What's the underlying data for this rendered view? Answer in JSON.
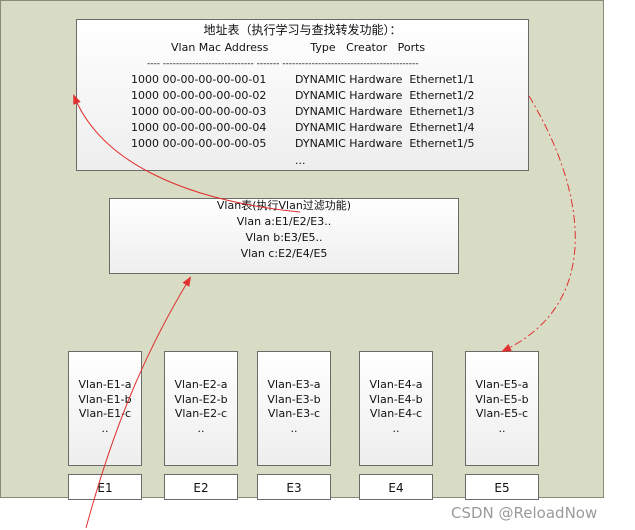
{
  "address_table": {
    "title": "地址表（执行学习与查找转发功能）：",
    "header": "Vlan Mac Address            Type   Creator   Ports",
    "separator": "---- ---------------------------- ------- ------------------------------------------",
    "rows": [
      {
        "mac": "1000 00-00-00-00-00-01",
        "info": "DYNAMIC Hardware  Ethernet1/1"
      },
      {
        "mac": "1000 00-00-00-00-00-02",
        "info": "DYNAMIC Hardware  Ethernet1/2"
      },
      {
        "mac": "1000 00-00-00-00-00-03",
        "info": "DYNAMIC Hardware  Ethernet1/3"
      },
      {
        "mac": "1000 00-00-00-00-00-04",
        "info": "DYNAMIC Hardware  Ethernet1/4"
      },
      {
        "mac": "1000 00-00-00-00-00-05",
        "info": "DYNAMIC Hardware  Ethernet1/5"
      }
    ],
    "more": "..."
  },
  "vlan_table": {
    "title": "Vlan表(执行Vlan过滤功能)",
    "lines": [
      "Vlan a:E1/E2/E3..",
      "Vlan b:E3/E5..",
      "Vlan c:E2/E4/E5"
    ]
  },
  "ports": [
    {
      "label": "E1",
      "lines": [
        "Vlan-E1-a",
        "Vlan-E1-b",
        "Vlan-E1-c",
        ".."
      ]
    },
    {
      "label": "E2",
      "lines": [
        "Vlan-E2-a",
        "Vlan-E2-b",
        "Vlan-E2-c",
        ".."
      ]
    },
    {
      "label": "E3",
      "lines": [
        "Vlan-E3-a",
        "Vlan-E3-b",
        "Vlan-E3-c",
        ".."
      ]
    },
    {
      "label": "E4",
      "lines": [
        "Vlan-E4-a",
        "Vlan-E4-b",
        "Vlan-E4-c",
        ".."
      ]
    },
    {
      "label": "E5",
      "lines": [
        "Vlan-E5-a",
        "Vlan-E5-b",
        "Vlan-E5-c",
        ".."
      ]
    }
  ],
  "watermark": "CSDN @ReloadNow",
  "colors": {
    "arrow": "#e03030",
    "panel": "#d8dcc4"
  }
}
